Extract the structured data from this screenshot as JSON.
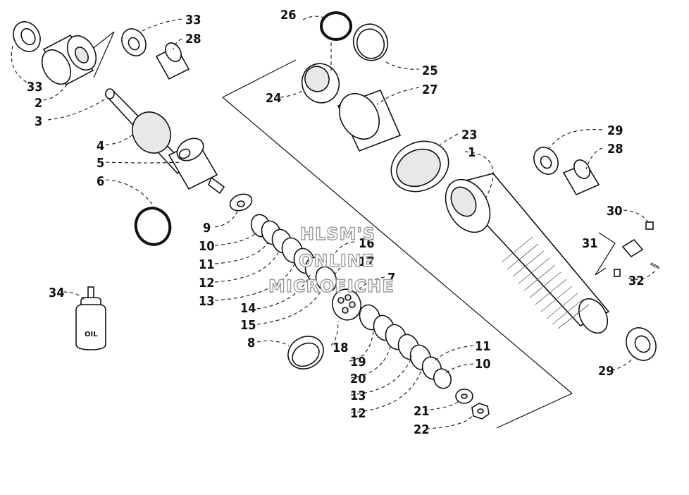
{
  "callouts": [
    "33",
    "28",
    "33",
    "2",
    "3",
    "4",
    "5",
    "6",
    "9",
    "10",
    "11",
    "12",
    "13",
    "14",
    "15",
    "8",
    "34",
    "26",
    "25",
    "24",
    "27",
    "23",
    "1",
    "29",
    "28",
    "30",
    "31",
    "32",
    "29",
    "16",
    "17",
    "7",
    "18",
    "19",
    "20",
    "13",
    "12",
    "11",
    "10",
    "21",
    "22"
  ],
  "bottle_text": "OIL",
  "watermark": [
    "HLSM'S",
    "ONLINE",
    "MICROFICHE"
  ]
}
